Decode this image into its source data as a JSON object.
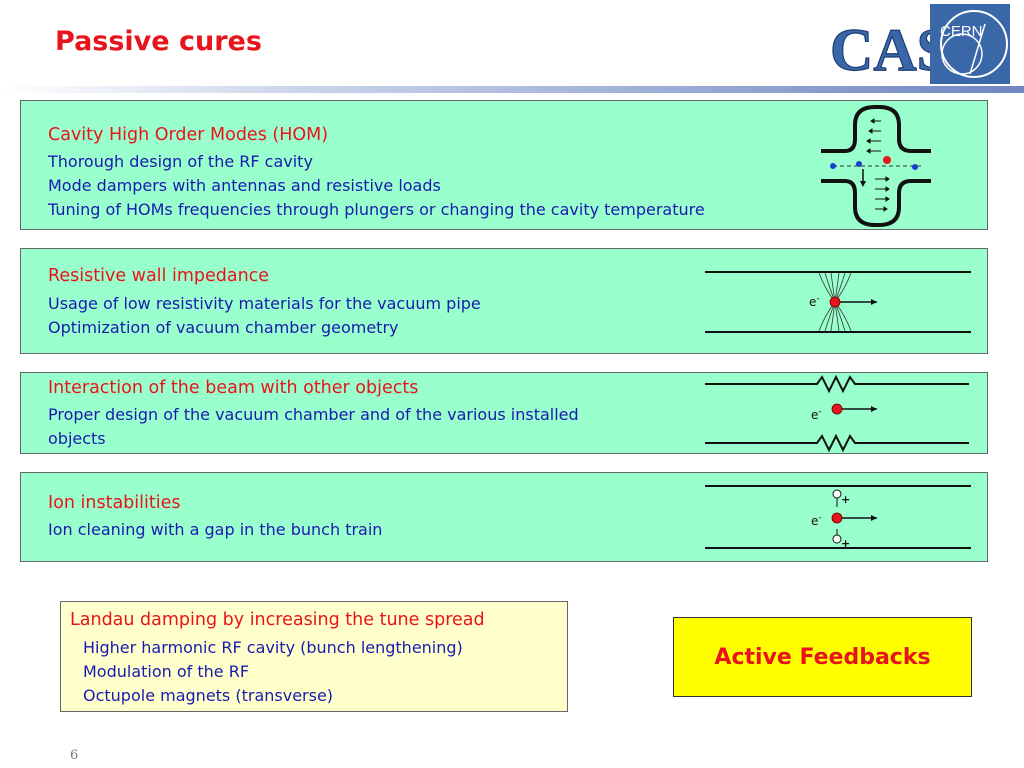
{
  "title": "Passive cures",
  "logos": {
    "cas": "CAS",
    "cern": "CERN"
  },
  "colors": {
    "heading": "#e8141c",
    "body_text": "#1a1ab0",
    "panel_bg": "#99ffcc",
    "landau_bg": "#ffffcc",
    "active_bg": "#ffff00"
  },
  "panels": [
    {
      "heading": "Cavity High Order Modes (HOM)",
      "lines": [
        "Thorough design of the RF cavity",
        "Mode dampers with antennas and resistive loads",
        "Tuning of HOMs frequencies through plungers or changing the cavity temperature"
      ]
    },
    {
      "heading": "Resistive wall impedance",
      "lines": [
        "Usage of low resistivity materials for the vacuum pipe",
        "Optimization of vacuum chamber geometry"
      ],
      "particle": "e",
      "charge": "-"
    },
    {
      "heading": "Interaction of the beam with other objects",
      "lines": [
        "Proper design of the vacuum chamber and of the various installed",
        "objects"
      ],
      "particle": "e",
      "charge": "-"
    },
    {
      "heading": "Ion instabilities",
      "lines": [
        "Ion cleaning with a gap in the bunch train"
      ],
      "particle": "e",
      "charge": "-",
      "ion_charge": "+"
    }
  ],
  "landau": {
    "heading": "Landau damping by increasing the tune spread",
    "lines": [
      "Higher harmonic RF cavity (bunch lengthening)",
      "Modulation of the RF",
      "Octupole magnets (transverse)"
    ]
  },
  "active_feedbacks": "Active Feedbacks",
  "page_number": "6"
}
